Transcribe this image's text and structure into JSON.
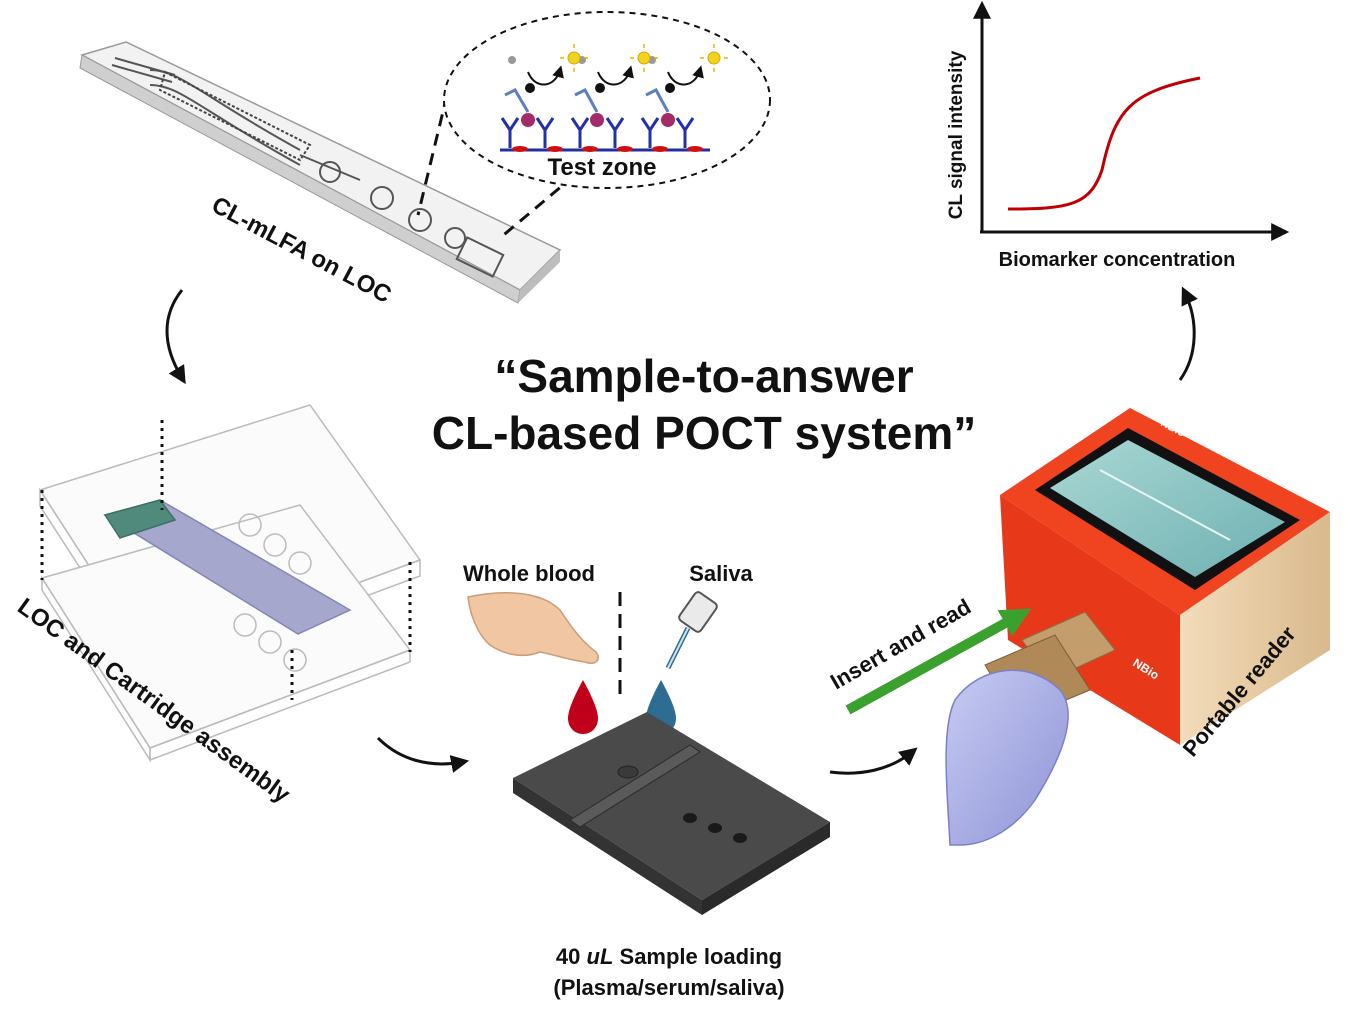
{
  "title": {
    "line1": "“Sample-to-answer",
    "line2": "CL-based POCT system”"
  },
  "labels": {
    "chip": "CL-mLFA on LOC",
    "test_zone": "Test zone",
    "assembly": "LOC and Cartridge assembly",
    "whole_blood": "Whole blood",
    "saliva": "Saliva",
    "loading_amount": "40",
    "loading_unit": "uL",
    "loading_text": "Sample loading",
    "loading_types": "(Plasma/serum/saliva)",
    "insert": "Insert and read",
    "reader": "Portable reader",
    "reader_brand": "NBio"
  },
  "graph": {
    "ylabel": "CL signal intensity",
    "xlabel": "Biomarker concentration",
    "curve_color": "#c00000"
  },
  "colors": {
    "reader_body": "#f0431f",
    "reader_side": "#e9cfa9",
    "cartridge_dark": "#4a4a4a",
    "cartridge_tray": "#a5a7cc",
    "insert_arrow": "#3aa12e",
    "blood_drop": "#c0001b",
    "saliva_drop": "#2e6d93",
    "glove": "#a9aee8"
  },
  "icons": [
    "curved-arrow-icon",
    "blood-drop-icon",
    "saliva-drop-icon",
    "dropper-icon",
    "finger-icon",
    "insert-arrow-icon"
  ]
}
